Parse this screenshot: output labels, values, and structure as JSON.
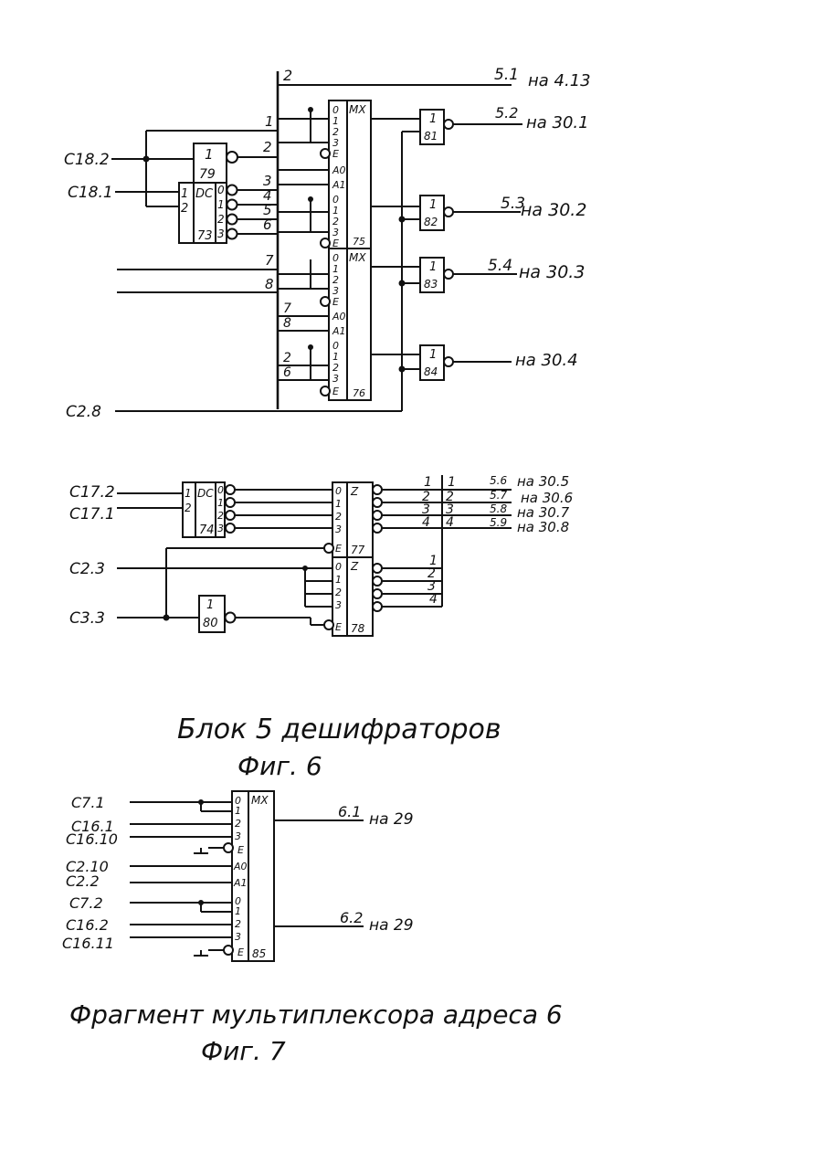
{
  "fig6": {
    "caption_title": "Блок 5 дешифраторов",
    "caption_fig": "Фиг. 6",
    "inputs": {
      "c18_2": "C18.2",
      "c18_1": "C18.1",
      "c2_8": "C2.8",
      "c17_2": "C17.2",
      "c17_1": "C17.1",
      "c2_3": "C2.3",
      "c3_3": "C3.3"
    },
    "bus_numbers": [
      "2",
      "1",
      "2",
      "3",
      "4",
      "5",
      "6",
      "7",
      "8",
      "7",
      "8",
      "2",
      "6"
    ],
    "outputs": {
      "o5_1": "5.1",
      "o5_1_dest": "на 4.13",
      "o5_2": "5.2",
      "o5_2_dest": "на 30.1",
      "o5_3": "5.3",
      "o5_3_dest": "на 30.2",
      "o5_4": "5.4",
      "o5_4_dest": "на 30.3",
      "o_30_4_dest": "на 30.4",
      "o5_6": "5.6",
      "o5_6_dest": "на 30.5",
      "o5_7": "5.7",
      "o5_7_dest": "на 30.6",
      "o5_8": "5.8",
      "o5_8_dest": "на 30.7",
      "o5_9": "5.9",
      "o5_9_dest": "на 30.8"
    },
    "mux75": {
      "type": "MX",
      "num": "75",
      "pins": [
        "0",
        "1",
        "2",
        "3",
        "E",
        "A0",
        "A1"
      ]
    },
    "mux76": {
      "type": "MX",
      "num": "76",
      "pins": [
        "0",
        "1",
        "2",
        "3",
        "E",
        "A0",
        "A1",
        "0",
        "1",
        "2",
        "3",
        "E"
      ]
    },
    "mux75b_pins": [
      "0",
      "1",
      "2",
      "3",
      "E"
    ],
    "dec73": {
      "type": "DC",
      "num": "73",
      "in": [
        "1",
        "2"
      ],
      "out": [
        "0",
        "1",
        "2",
        "3"
      ]
    },
    "inv79": {
      "type": "1",
      "num": "79"
    },
    "or81": {
      "type": "1",
      "num": "81"
    },
    "or82": {
      "type": "1",
      "num": "82"
    },
    "or83": {
      "type": "1",
      "num": "83"
    },
    "or84": {
      "type": "1",
      "num": "84"
    },
    "dec74": {
      "type": "DC",
      "num": "74",
      "in": [
        "1",
        "2"
      ],
      "out": [
        "0",
        "1",
        "2",
        "3"
      ]
    },
    "reg77": {
      "type": "Z",
      "num": "77",
      "pins": [
        "0",
        "1",
        "2",
        "3",
        "E"
      ]
    },
    "reg78": {
      "type": "Z",
      "num": "78",
      "pins": [
        "0",
        "1",
        "2",
        "3",
        "E"
      ]
    },
    "inv80": {
      "type": "1",
      "num": "80"
    },
    "bus2_nums": [
      "1",
      "2",
      "3",
      "4"
    ],
    "bus2_nums_right": [
      "1",
      "2",
      "3",
      "4"
    ],
    "bus3_nums": [
      "1",
      "2",
      "3",
      "4"
    ]
  },
  "fig7": {
    "caption_title": "Фрагмент мультиплексора адреса 6",
    "caption_fig": "Фиг. 7",
    "inputs": [
      "C7.1",
      "C16.1",
      "C16.10",
      "C2.10",
      "C2.2",
      "C7.2",
      "C16.2",
      "C16.11"
    ],
    "mux85": {
      "type": "MX",
      "num": "85",
      "pins": [
        "0",
        "1",
        "2",
        "3",
        "E",
        "A0",
        "A1",
        "0",
        "1",
        "2",
        "3",
        "E"
      ]
    },
    "outputs": {
      "o6_1": "6.1",
      "o6_1_dest": "на 29",
      "o6_2": "6.2",
      "o6_2_dest": "на 29"
    }
  }
}
